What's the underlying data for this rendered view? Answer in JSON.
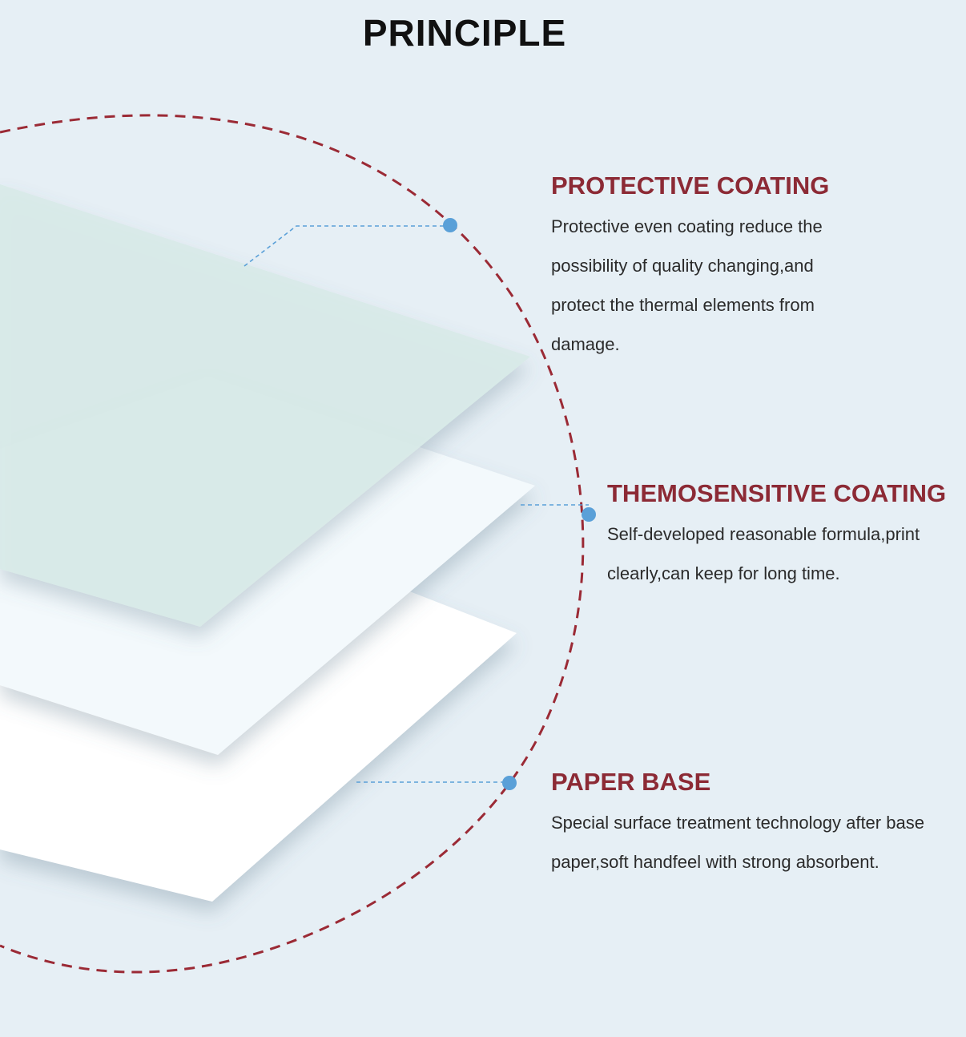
{
  "title": "PRINCIPLE",
  "layers": [
    {
      "id": "protective",
      "heading": "PROTECTIVE COATING",
      "description": "Protective even coating reduce the possibility of quality changing,and protect the thermal elements from damage."
    },
    {
      "id": "thermosensitive",
      "heading": "THEMOSENSITIVE COATING",
      "description": "Self-developed reasonable formula,print clearly,can keep for long time."
    },
    {
      "id": "paper-base",
      "heading": "PAPER BASE",
      "description": "Special surface treatment technology after base paper,soft handfeel with strong absorbent."
    }
  ],
  "colors": {
    "background": "#e6eff5",
    "heading": "#8c2a35",
    "dashed_circle": "#9b2a35",
    "connector": "#5aa0d8",
    "protective_sheet": "#d7ebe8",
    "thermal_sheet": "#f3f9fc",
    "paper_sheet": "#ffffff"
  }
}
